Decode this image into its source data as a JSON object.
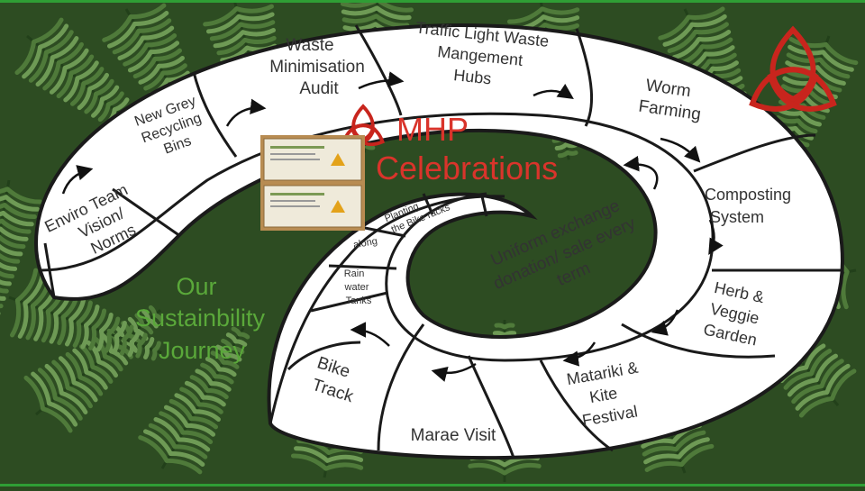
{
  "title": {
    "line1": "MHP",
    "line2": "Celebrations"
  },
  "journey": {
    "line1": "Our",
    "line2": "Sustainbility",
    "line3": "Journey"
  },
  "stages": {
    "enviro_team": {
      "line1": "Enviro Team",
      "line2": "Vision/",
      "line3": "Norms"
    },
    "grey_bins": {
      "line1": "New Grey",
      "line2": "Recycling",
      "line3": "Bins"
    },
    "waste_audit": {
      "line1": "Waste",
      "line2": "Minimisation",
      "line3": "Audit"
    },
    "traffic_light": {
      "line1": "Traffic Light Waste",
      "line2": "Mangement",
      "line3": "Hubs"
    },
    "worm_farming": {
      "line1": "Worm",
      "line2": "Farming"
    },
    "composting": {
      "line1": "Composting",
      "line2": "System"
    },
    "herb_garden": {
      "line1": "Herb &",
      "line2": "Veggie",
      "line3": "Garden"
    },
    "matariki": {
      "line1": "Matariki &",
      "line2": "Kite",
      "line3": "Festival"
    },
    "marae_visit": {
      "line1": "Marae Visit"
    },
    "bike_track": {
      "line1": "Bike",
      "line2": "Track"
    },
    "rain_tanks": {
      "line1": "Rain",
      "line2": "water",
      "line3": "Tanks"
    },
    "along": {
      "line1": "along"
    },
    "planting": {
      "line1": "Planting",
      "line2": "the Bike racks"
    },
    "uniform": {
      "line1": "Uniform exchange",
      "line2": "donation/ sale every",
      "line3": "term"
    }
  },
  "colors": {
    "border_green": "#2f9e35",
    "title_red": "#d9342b",
    "journey_green": "#5aa83a",
    "knot_red": "#c8251d",
    "text": "#333333",
    "fern_dark": "#22401a",
    "fern_light": "#6e9a55"
  },
  "icons": [
    "fern-background",
    "triquetra-knot-icon",
    "spiral-diagram",
    "arrow-icon",
    "certificate-image"
  ]
}
